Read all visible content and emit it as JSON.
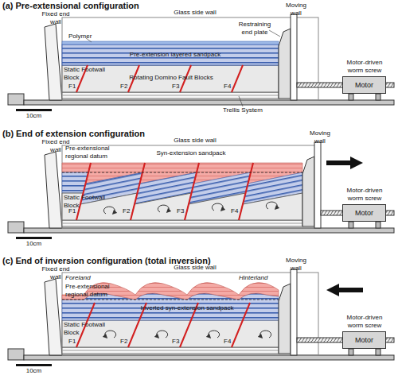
{
  "diagram": {
    "nodes": [
      {
        "text": [
          "Motor"
        ]
      },
      {
        "text": [
          "Motor"
        ]
      },
      {
        "text": [
          "Motor"
        ]
      }
    ],
    "labels": [
      "(a) Pre-extensional configuration",
      "Fixed end wall",
      "Glass side wall",
      "Moving wall",
      "Restraining end plate",
      "Polymer",
      "Pre-extension layered sandpack",
      "Static Footwall Block",
      "F1",
      "F2",
      "F3",
      "F4",
      "Rotating Domino Fault Blocks",
      "Trellis System",
      "Motor-driven worm screw",
      "10cm",
      "(b) End of extension configuration",
      "Fixed end wall",
      "Glass side wall",
      "Moving wall",
      "Pre-extensional regional datum",
      "Syn-extension sandpack",
      "Static Footwall Block",
      "F1",
      "F2",
      "F3",
      "F4",
      "Motor-driven worm screw",
      "10cm",
      "(c) End of inversion configuration (total inversion)",
      "Fixed end wall",
      "Glass side wall",
      "Moving wall",
      "Foreland",
      "Hinterland",
      "Pre-extensional regional datum",
      "Inverted syn-extension sandpack",
      "Static Footwall Block",
      "F1",
      "F2",
      "F3",
      "F4",
      "Motor-driven worm screw",
      "10cm"
    ]
  }
}
